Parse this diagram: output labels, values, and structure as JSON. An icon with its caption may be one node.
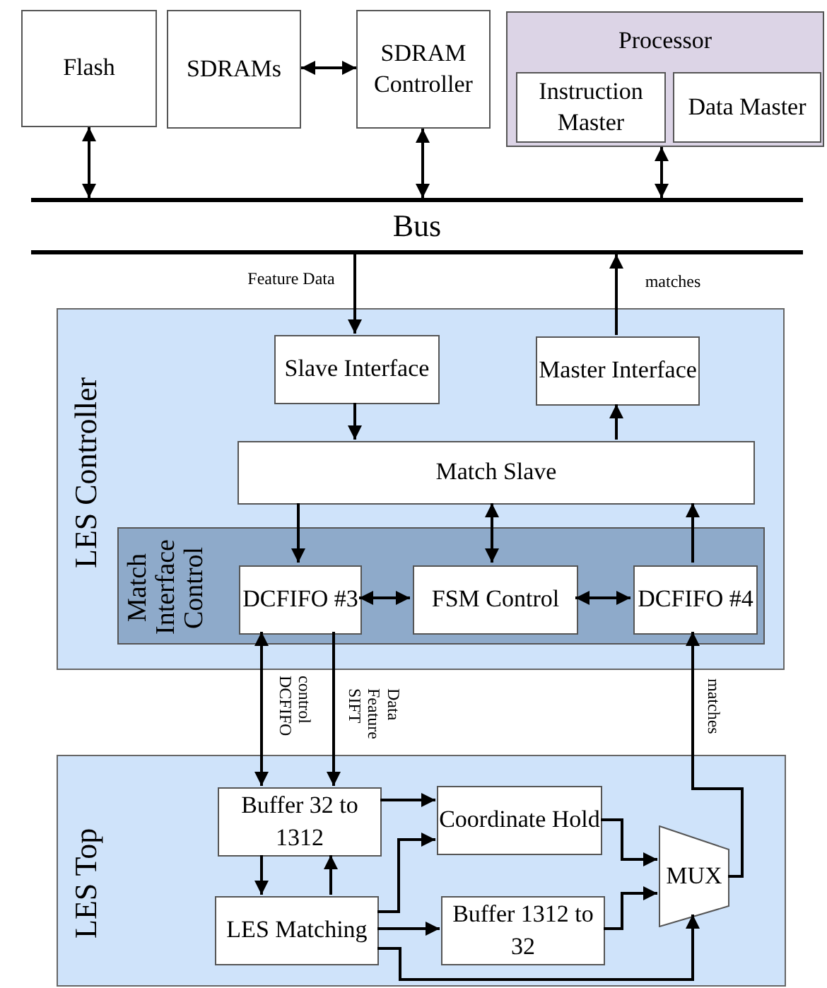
{
  "diagram": {
    "nodes": [
      {
        "text": [
          "Flash"
        ]
      },
      {
        "text": [
          "SDRAMs"
        ]
      },
      {
        "text": [
          "SDRAM Controller"
        ]
      },
      {
        "text": [
          "Processor"
        ]
      },
      {
        "text": [
          "Instruction Master"
        ],
        "in": 3
      },
      {
        "text": [
          "Data Master"
        ],
        "in": 3
      },
      {
        "text": [
          "Bus"
        ]
      },
      {
        "text": [
          "LES Controller"
        ]
      },
      {
        "text": [
          "Slave Interface"
        ],
        "in": 7
      },
      {
        "text": [
          "Master Interface"
        ],
        "in": 7
      },
      {
        "text": [
          "Match Slave"
        ],
        "in": 7
      },
      {
        "text": [
          "Match Interface Control"
        ],
        "in": 7
      },
      {
        "text": [
          "DCFIFO #3"
        ],
        "in": 11
      },
      {
        "text": [
          "FSM Control"
        ],
        "in": 11
      },
      {
        "text": [
          "DCFIFO #4"
        ],
        "in": 11
      },
      {
        "text": [
          "LES Top"
        ]
      },
      {
        "text": [
          "Buffer 32 to 1312"
        ],
        "in": 15
      },
      {
        "text": [
          "Coordinate Hold"
        ],
        "in": 15
      },
      {
        "text": [
          "LES Matching"
        ],
        "in": 15
      },
      {
        "text": [
          "Buffer 1312 to 32"
        ],
        "in": 15
      },
      {
        "text": [
          "MUX"
        ],
        "in": 15
      }
    ],
    "edges": [
      {
        "from": 0,
        "to": 6,
        "arrow": "both"
      },
      {
        "from": 1,
        "to": 2,
        "arrow": "both"
      },
      {
        "from": 2,
        "to": 6,
        "arrow": "both"
      },
      {
        "from": 3,
        "to": 6,
        "arrow": "both"
      },
      {
        "from": 6,
        "to": 8,
        "arrow": "to",
        "label": "Feature Data"
      },
      {
        "from": 9,
        "to": 6,
        "arrow": "to",
        "label": "matches"
      },
      {
        "from": 8,
        "to": 10,
        "arrow": "to"
      },
      {
        "from": 10,
        "to": 9,
        "arrow": "to"
      },
      {
        "from": 10,
        "to": 12,
        "arrow": "to"
      },
      {
        "from": 10,
        "to": 13,
        "arrow": "both"
      },
      {
        "from": 14,
        "to": 10,
        "arrow": "to"
      },
      {
        "from": 12,
        "to": 13,
        "arrow": "both"
      },
      {
        "from": 13,
        "to": 14,
        "arrow": "both"
      },
      {
        "from": 12,
        "to": 16,
        "arrow": "both",
        "label": "DCFIFO control"
      },
      {
        "from": 12,
        "to": 16,
        "arrow": "to",
        "label": "SIFT Feature Data"
      },
      {
        "from": 20,
        "to": 14,
        "arrow": "to",
        "label": "matches"
      },
      {
        "from": 16,
        "to": 17,
        "arrow": "to"
      },
      {
        "from": 16,
        "to": 18,
        "arrow": "to"
      },
      {
        "from": 18,
        "to": 16,
        "arrow": "to"
      },
      {
        "from": 18,
        "to": 17,
        "arrow": "to"
      },
      {
        "from": 18,
        "to": 19,
        "arrow": "to"
      },
      {
        "from": 17,
        "to": 20,
        "arrow": "to"
      },
      {
        "from": 19,
        "to": 20,
        "arrow": "to"
      },
      {
        "from": 18,
        "to": 20,
        "arrow": "to"
      }
    ]
  }
}
